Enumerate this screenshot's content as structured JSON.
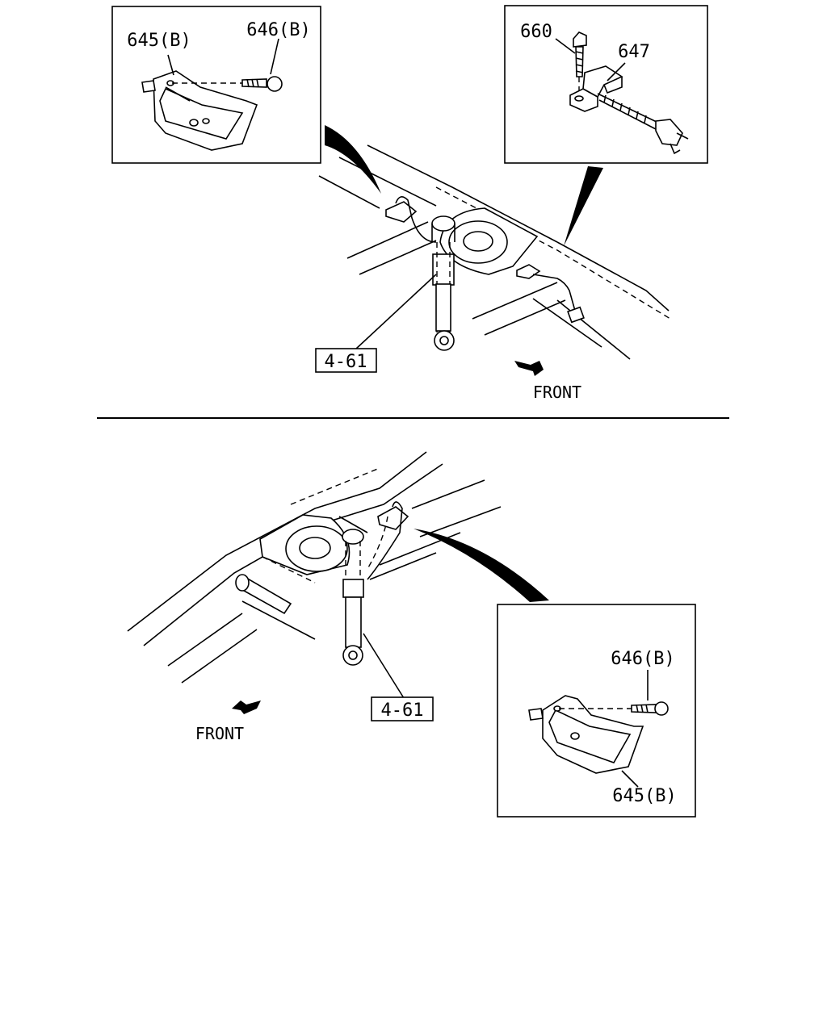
{
  "top_view": {
    "inset_left": {
      "label_bracket": "645(B)",
      "label_bolt": "646(B)"
    },
    "inset_right": {
      "label_bolt": "660",
      "label_clip": "647"
    },
    "ref_label": "4-61",
    "front_label": "FRONT"
  },
  "bottom_view": {
    "inset": {
      "label_bolt": "646(B)",
      "label_bracket": "645(B)"
    },
    "ref_label": "4-61",
    "front_label": "FRONT"
  }
}
